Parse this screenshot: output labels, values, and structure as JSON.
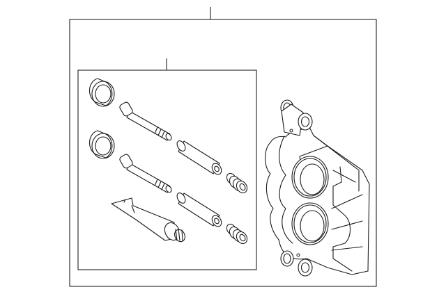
{
  "diagram": {
    "type": "exploded-parts-diagram",
    "colors": {
      "line": "#1a1a1a",
      "background": "#ffffff"
    },
    "parts": [
      {
        "name": "caliper-assembly"
      },
      {
        "name": "caliper-hardware-kit"
      },
      {
        "name": "piston-seal"
      },
      {
        "name": "guide-pin-bolt"
      },
      {
        "name": "guide-pin-sleeve"
      },
      {
        "name": "dust-boot"
      },
      {
        "name": "grease-tube"
      },
      {
        "name": "caliper-housing"
      }
    ]
  }
}
